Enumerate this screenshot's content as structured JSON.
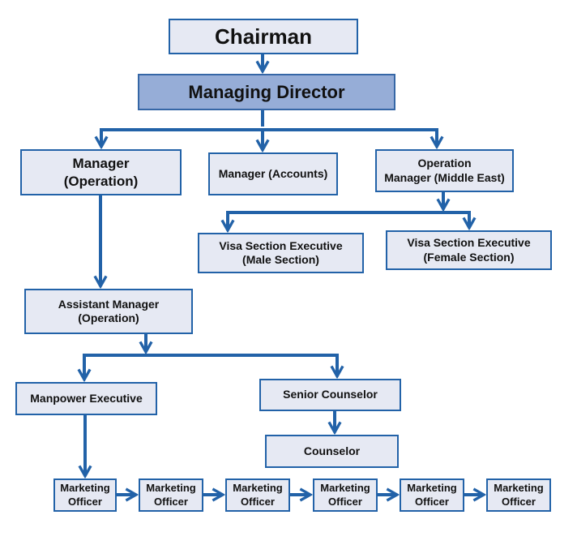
{
  "chart": {
    "nodes": {
      "chairman": {
        "lines": [
          "Chairman"
        ]
      },
      "managing_director": {
        "lines": [
          "Managing Director"
        ]
      },
      "manager_operation": {
        "lines": [
          "Manager",
          "(Operation)"
        ]
      },
      "manager_accounts": {
        "lines": [
          "Manager (Accounts)"
        ]
      },
      "operation_manager_me": {
        "lines": [
          "Operation",
          "Manager (Middle East)"
        ]
      },
      "visa_male": {
        "lines": [
          "Visa Section Executive",
          "(Male Section)"
        ]
      },
      "visa_female": {
        "lines": [
          "Visa Section Executive",
          "(Female Section)"
        ]
      },
      "assistant_manager": {
        "lines": [
          "Assistant Manager",
          "(Operation)"
        ]
      },
      "manpower_executive": {
        "lines": [
          "Manpower Executive"
        ]
      },
      "senior_counselor": {
        "lines": [
          "Senior Counselor"
        ]
      },
      "counselor": {
        "lines": [
          "Counselor"
        ]
      },
      "marketing_officers": [
        {
          "lines": [
            "Marketing",
            "Officer"
          ]
        },
        {
          "lines": [
            "Marketing",
            "Officer"
          ]
        },
        {
          "lines": [
            "Marketing",
            "Officer"
          ]
        },
        {
          "lines": [
            "Marketing",
            "Officer"
          ]
        },
        {
          "lines": [
            "Marketing",
            "Officer"
          ]
        },
        {
          "lines": [
            "Marketing",
            "Officer"
          ]
        }
      ]
    },
    "colors": {
      "box_fill": "#e6e9f3",
      "box_border": "#2262a8",
      "highlight_fill": "#96add7",
      "connector": "#2262a8"
    }
  }
}
